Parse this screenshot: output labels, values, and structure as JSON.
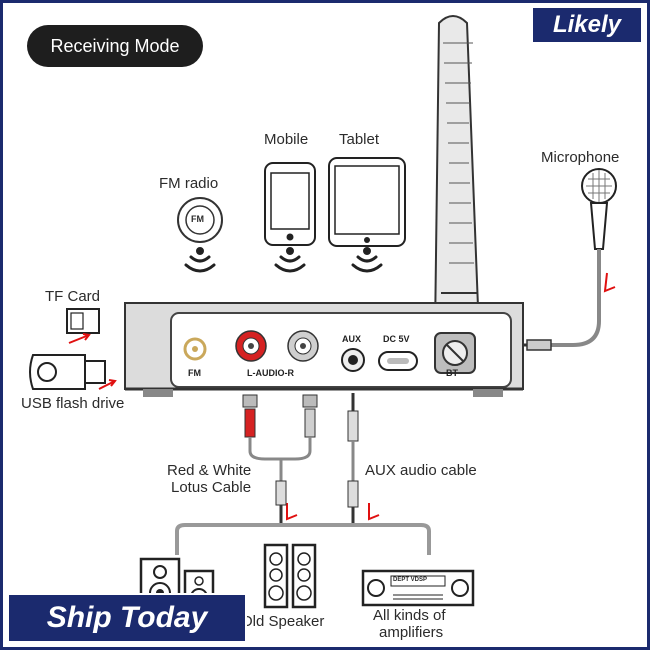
{
  "header": {
    "mode_label": "Receiving Mode",
    "brand_label": "Likely"
  },
  "footer": {
    "promo_label": "Ship Today"
  },
  "sources": {
    "fm_radio": "FM radio",
    "fm_icon_text": "FM",
    "mobile": "Mobile",
    "tablet": "Tablet",
    "microphone": "Microphone",
    "tf_card": "TF Card",
    "usb_drive": "USB flash drive"
  },
  "device_ports": {
    "fm": "FM",
    "l_audio_r": "L-AUDIO-R",
    "aux": "AUX",
    "dc": "DC 5V",
    "bt": "BT"
  },
  "cables": {
    "lotus_line1": "Red & White",
    "lotus_line2": "Lotus Cable",
    "aux_cable": "AUX audio cable"
  },
  "outputs": {
    "old_speaker": "Old Speaker",
    "amplifiers_line1": "All kinds of",
    "amplifiers_line2": "amplifiers"
  },
  "amp_display_text": "DEPT  VDSP",
  "colors": {
    "brand_navy": "#1b2a6e",
    "device_gray": "#dcdcdc",
    "red_plug": "#d52222",
    "arrow_red": "#e01010"
  }
}
